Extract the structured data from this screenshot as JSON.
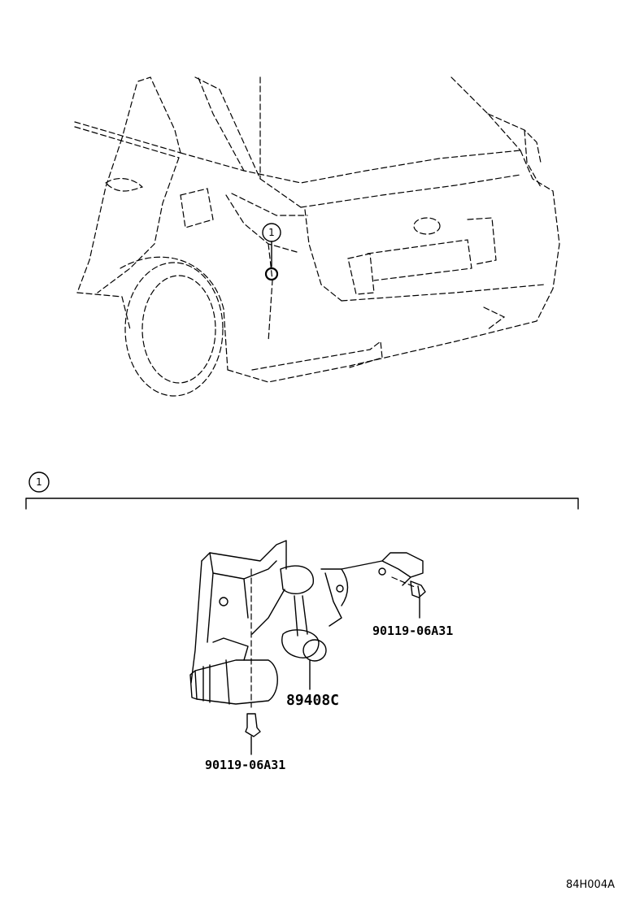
{
  "callouts": {
    "car_marker": "1",
    "section_marker": "1"
  },
  "parts": {
    "bolt_right": "90119-06A31",
    "sensor": "89408C",
    "bolt_bottom": "90119-06A31"
  },
  "figure_code": "84H004A"
}
